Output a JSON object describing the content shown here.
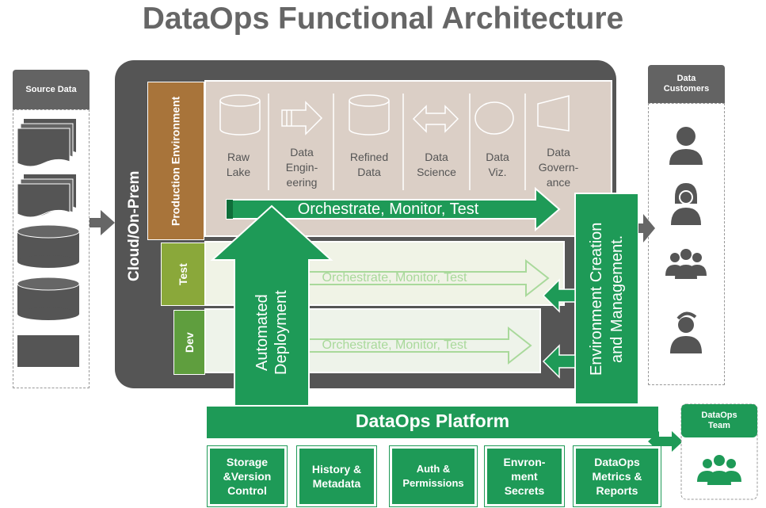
{
  "title": "DataOps Functional Architecture",
  "source": {
    "heading": "Source Data",
    "icons": [
      "document-stack-icon",
      "document-stack-icon",
      "database-icon",
      "database-icon",
      "table-block-icon"
    ]
  },
  "customers": {
    "heading": "Data Customers",
    "icons": [
      "person-icon",
      "woman-icon",
      "group-icon",
      "man-icon"
    ]
  },
  "cloud_label": "Cloud/On-Prem",
  "environments": {
    "production": "Production Environment",
    "test": "Test",
    "dev": "Dev"
  },
  "stages": [
    {
      "label": "Raw\nLake",
      "icon": "cylinder-icon"
    },
    {
      "label": "Data\nEngin-\neering",
      "icon": "arrow-icon"
    },
    {
      "label": "Refined\nData",
      "icon": "cylinder-icon"
    },
    {
      "label": "Data\nScience",
      "icon": "double-arrow-icon"
    },
    {
      "label": "Data\nViz.",
      "icon": "ellipse-icon"
    },
    {
      "label": "Data\nGovern-\nance",
      "icon": "trapezoid-icon"
    }
  ],
  "orchestrate": {
    "production": "Orchestrate, Monitor, Test",
    "test": "Orchestrate, Monitor, Test",
    "dev": "Orchestrate, Monitor, Test"
  },
  "automated_deployment": "Automated\nDeployment",
  "environment_mgmt": "Environment Creation\nand Management.",
  "platform": "DataOps Platform",
  "platform_boxes": [
    "Storage\n&Version\nControl",
    "History &\nMetadata",
    "Auth &\nPermissions",
    "Envron-\nment\nSecrets",
    "DataOps\nMetrics &\nReports"
  ],
  "team": {
    "heading": "DataOps Team",
    "icon": "team-icon"
  },
  "colors": {
    "green": "#1e9a57",
    "dark_gray": "#555555",
    "brown": "#a8743a",
    "olive": "#8aa83a",
    "dev_green": "#5f9e3e",
    "prod_bg": "#dbcfc6"
  }
}
